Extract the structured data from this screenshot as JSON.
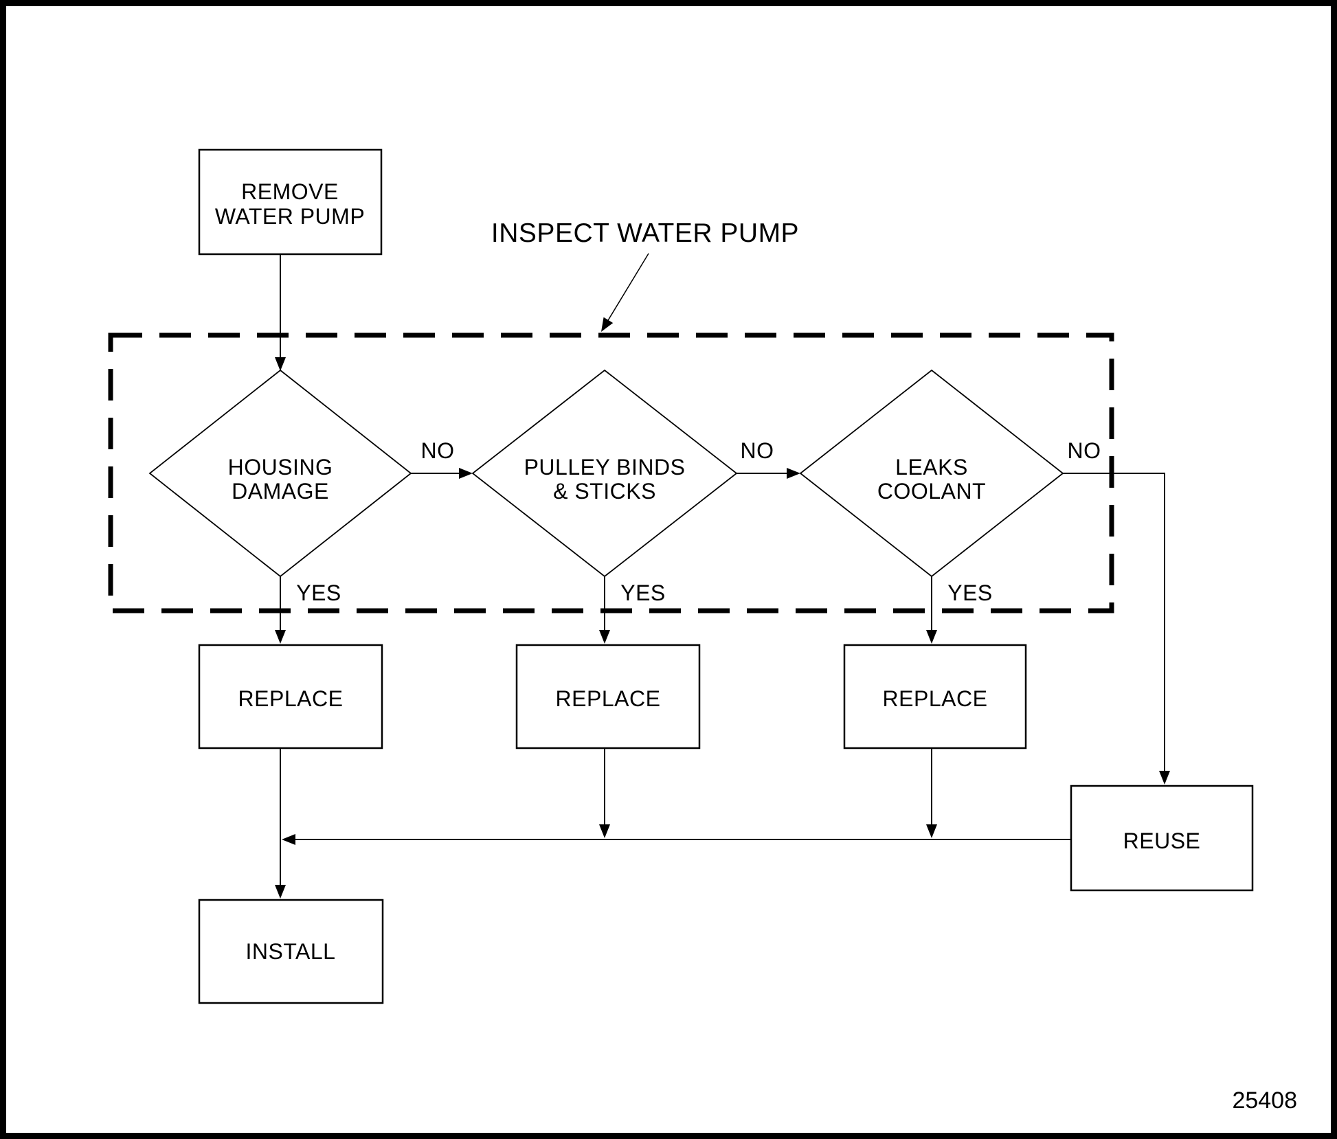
{
  "figure": {
    "number": "25408",
    "background_color": "#ffffff",
    "line_color": "#000000"
  },
  "flow": {
    "start": {
      "lines": [
        "REMOVE",
        "WATER PUMP"
      ]
    },
    "inspect_group_label": "INSPECT WATER PUMP",
    "decisions": [
      {
        "lines": [
          "HOUSING",
          "DAMAGE"
        ],
        "no_label": "NO",
        "yes_label": "YES"
      },
      {
        "lines": [
          "PULLEY BINDS",
          "& STICKS"
        ],
        "no_label": "NO",
        "yes_label": "YES"
      },
      {
        "lines": [
          "LEAKS",
          "COOLANT"
        ],
        "no_label": "NO",
        "yes_label": "YES"
      }
    ],
    "replace_boxes": [
      {
        "label": "REPLACE"
      },
      {
        "label": "REPLACE"
      },
      {
        "label": "REPLACE"
      }
    ],
    "reuse": {
      "label": "REUSE"
    },
    "install": {
      "label": "INSTALL"
    }
  }
}
